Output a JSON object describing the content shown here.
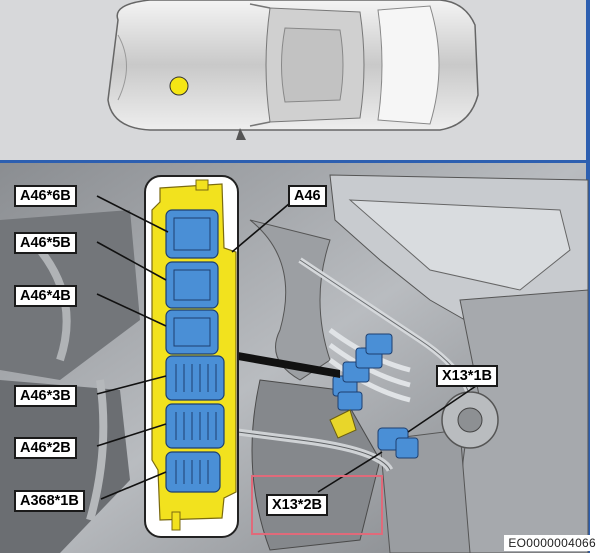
{
  "callouts": {
    "a46_6b": "A46*6B",
    "a46_5b": "A46*5B",
    "a46_4b": "A46*4B",
    "a46_3b": "A46*3B",
    "a46_2b": "A46*2B",
    "a368_1b": "A368*1B",
    "a46": "A46",
    "x13_1b": "X13*1B",
    "x13_2b": "X13*2B"
  },
  "figure_id": "EO0000004066",
  "colors": {
    "connector_blue": "#4a8fd6",
    "module_yellow": "#f2e21e",
    "locator_dot": "#f5e614",
    "highlight_box": "#e06a7a",
    "frame_blue": "#2d5fb0"
  },
  "icons": [
    "car-top-view-icon",
    "location-dot-icon"
  ]
}
